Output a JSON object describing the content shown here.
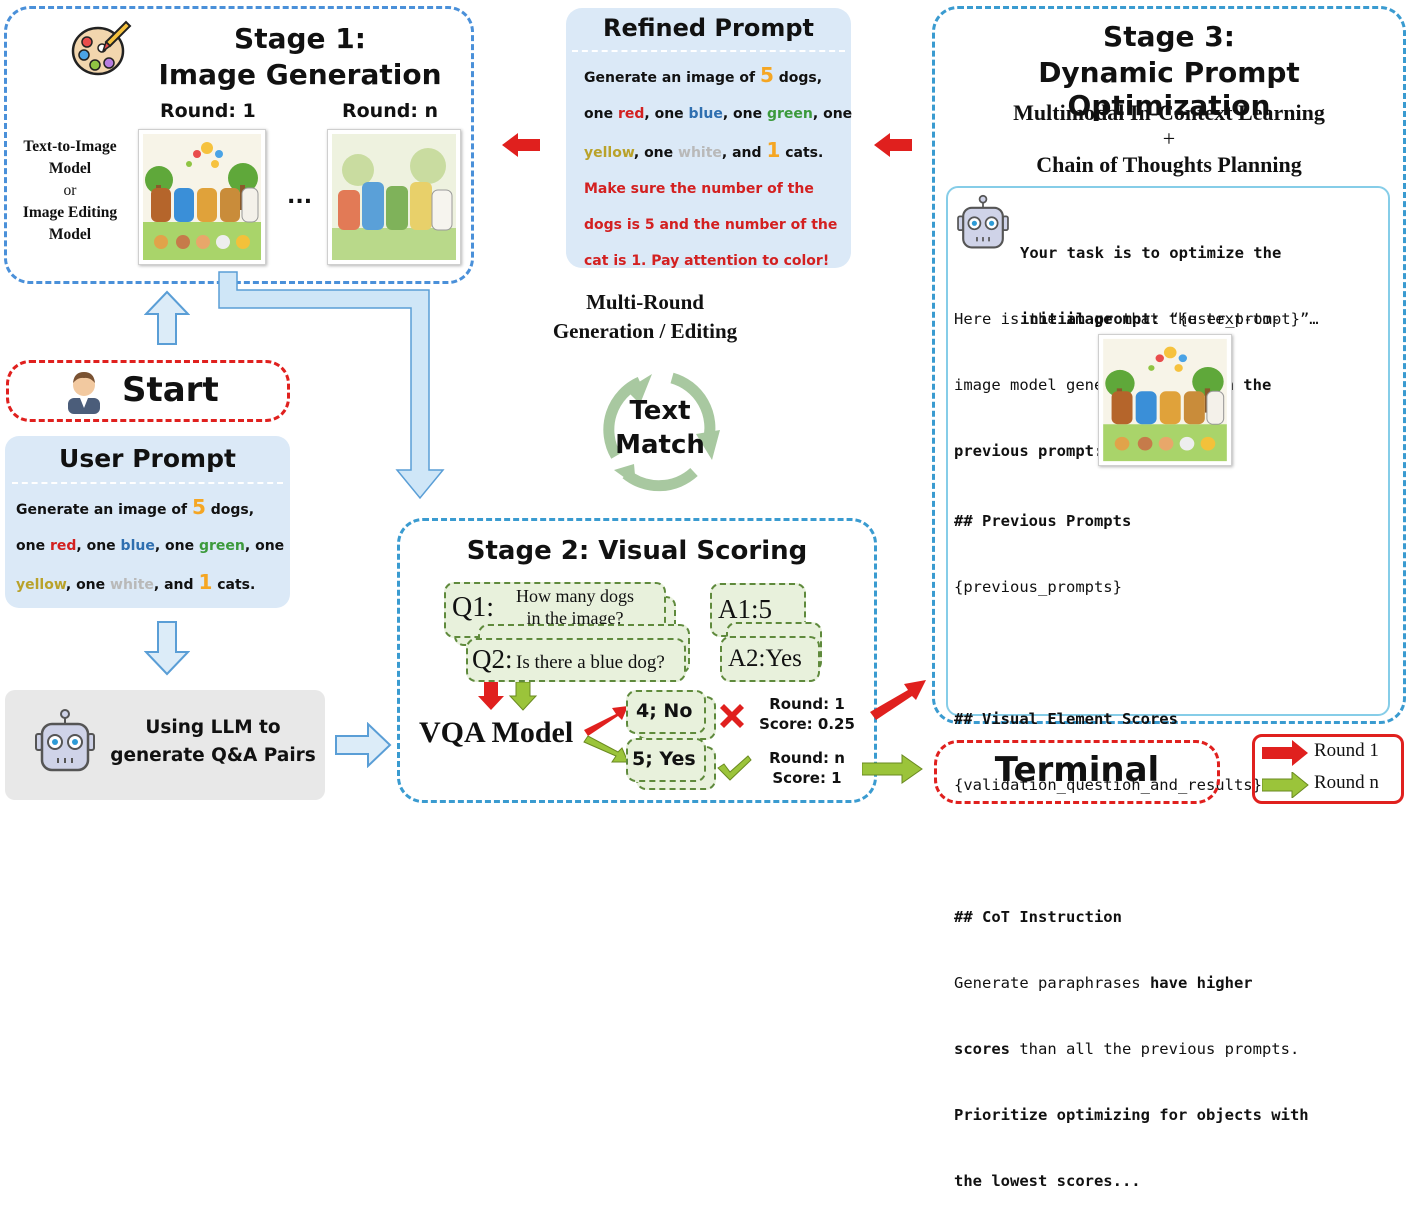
{
  "stage1": {
    "title_line1": "Stage 1:",
    "title_line2": "Image Generation",
    "round1": "Round: 1",
    "roundn": "Round: n",
    "ellipsis": "...",
    "model_lines": [
      "Text-to-Image",
      "Model",
      "or",
      "Image Editing",
      "Model"
    ]
  },
  "refined": {
    "title": "Refined Prompt",
    "lines": {
      "l1_a": "Generate an image of ",
      "l1_num": "5",
      "l1_b": " dogs,",
      "l2_a": "one ",
      "l2_red": "red",
      "l2_b": ", one ",
      "l2_blue": "blue",
      "l2_c": ", one ",
      "l2_green": "green",
      "l2_d": ", one",
      "l3_yellow": "yellow",
      "l3_a": ", one ",
      "l3_white": "white",
      "l3_b": ", and ",
      "l3_num": "1",
      "l3_c": " cats.",
      "extra": [
        "Make sure the number of the",
        "dogs is 5 and the number of the",
        "cat is 1. Pay attention to color!"
      ]
    }
  },
  "middle": {
    "multi_line1": "Multi-Round",
    "multi_line2": "Generation / Editing",
    "cycle_line1": "Text",
    "cycle_line2": "Match"
  },
  "start": {
    "label": "Start"
  },
  "user_prompt": {
    "title": "User Prompt",
    "l1_a": "Generate an image of ",
    "l1_num": "5",
    "l1_b": " dogs,",
    "l2_a": "one ",
    "l2_red": "red",
    "l2_b": ", one ",
    "l2_blue": "blue",
    "l2_c": ", one ",
    "l2_green": "green",
    "l2_d": ", one",
    "l3_yellow": "yellow",
    "l3_a": ", one ",
    "l3_white": "white",
    "l3_b": ", and ",
    "l3_num": "1",
    "l3_c": " cats."
  },
  "llm": {
    "line1": "Using LLM to",
    "line2": "generate Q&A Pairs"
  },
  "stage2": {
    "title": "Stage 2: Visual Scoring",
    "q1_label": "Q1:",
    "q1_text_line1": "How many dogs",
    "q1_text_line2": "in the image?",
    "q2_label": "Q2:",
    "q2_text": "Is there a blue dog?",
    "a1": "A1:5",
    "a2": "A2:Yes",
    "vqa": "VQA Model",
    "ans_no": "4; No",
    "ans_yes": "5; Yes",
    "r1_line1": "Round: 1",
    "r1_line2": "Score: 0.25",
    "rn_line1": "Round: n",
    "rn_line2": "Score: 1"
  },
  "stage3": {
    "title_line1": "Stage 3:",
    "title_line2": "Dynamic Prompt Optimization",
    "sub1": "Multimodal In-Context Learning",
    "plus": "+",
    "sub2": "Chain of Thoughts Planning",
    "task_line1": "Your task is to optimize the",
    "task_line2_bold": "initial prompt: ",
    "task_line2_rest": "“{user_prompt}”…",
    "here_line1": "Here is the ",
    "here_bold1": "image",
    "here_line1b": " that the text-to-",
    "here_line2": "image model generated ",
    "here_bold2": "based on the",
    "here_line3_bold": "previous prompt:",
    "prev_head": "## Previous Prompts",
    "prev_val": "{previous_prompts}",
    "vis_head": "## Visual Element Scores",
    "vis_val": "{validation_question_and_results}",
    "cot_head": "## CoT Instruction",
    "cot_l1a": "Generate paraphrases ",
    "cot_l1b": "have higher",
    "cot_l2a": "scores",
    "cot_l2b": " than all the previous prompts.",
    "cot_l3": "Prioritize optimizing for objects with",
    "cot_l4": "the lowest scores..."
  },
  "terminal": {
    "label": "Terminal"
  },
  "legend": {
    "round1": "Round 1",
    "roundn": "Round n"
  },
  "colors": {
    "blue_dash": "#4a90d9",
    "red_dash": "#e0201e",
    "arrow_red": "#e0201e",
    "arrow_green": "#9bc43a",
    "light_blue": "#cfe6f7"
  }
}
